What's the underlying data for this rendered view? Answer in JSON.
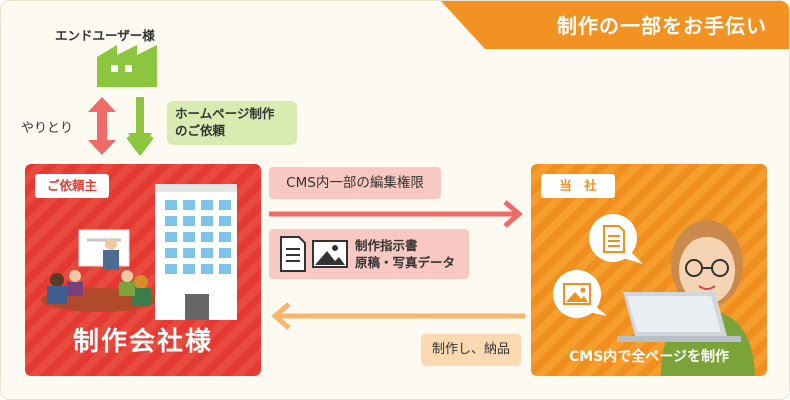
{
  "banner": {
    "title": "制作の一部をお手伝い"
  },
  "end_user": {
    "label": "エンドユーザー様",
    "icon": "factory-icon",
    "color": "#8cc63f"
  },
  "exchange": {
    "label": "やりとり"
  },
  "request": {
    "label_line1": "ホームページ制作",
    "label_line2": "のご依頼"
  },
  "client": {
    "badge": "ご依頼主",
    "name": "制作会社様",
    "color": "#e43a33"
  },
  "flows": {
    "cms_rights": "CMS内一部の編集権限",
    "docs_line1": "制作指示書",
    "docs_line2": "原稿・写真データ",
    "delivery": "制作し、納品"
  },
  "our_company": {
    "badge": "当　社",
    "caption": "CMS内で全ページを制作",
    "color": "#f0901d"
  }
}
